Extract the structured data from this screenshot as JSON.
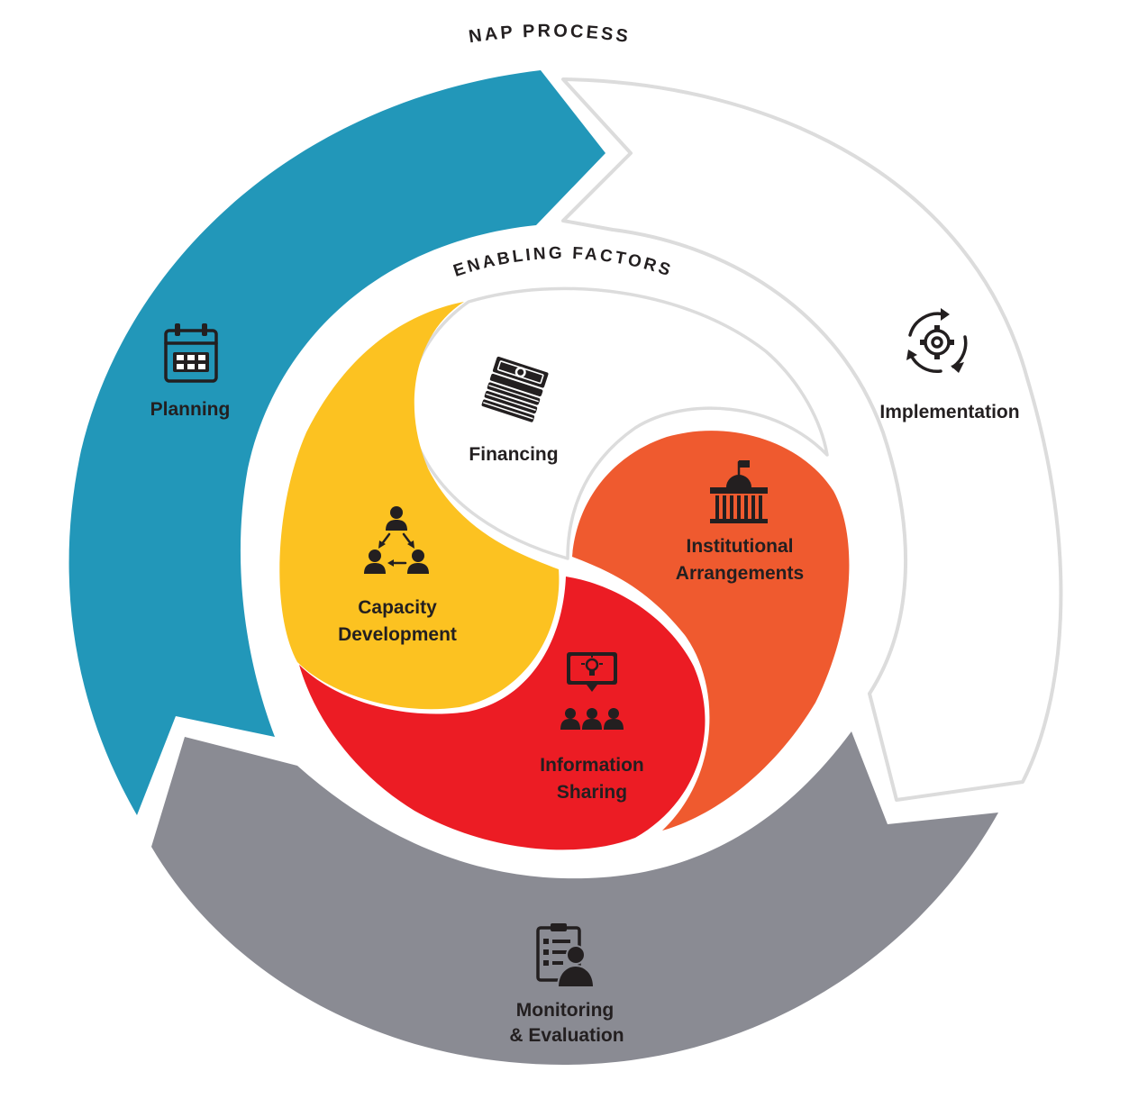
{
  "diagram": {
    "outer_title": "NAP PROCESS",
    "inner_title": "ENABLING FACTORS",
    "process_stages": [
      {
        "label": "Planning",
        "icon": "calendar-icon",
        "color": "#2297b9"
      },
      {
        "label": "Implementation",
        "icon": "gear-cycle-icon",
        "color": "#ffffff"
      },
      {
        "label_line1": "Monitoring",
        "label_line2": "& Evaluation",
        "icon": "evaluation-clipboard-icon",
        "color": "#8a8b93"
      }
    ],
    "enabling_factors": [
      {
        "label": "Financing",
        "icon": "money-stack-icon",
        "color": "#ffffff"
      },
      {
        "label_line1": "Institutional",
        "label_line2": "Arrangements",
        "icon": "government-building-icon",
        "color": "#ef5a2f"
      },
      {
        "label_line1": "Information",
        "label_line2": "Sharing",
        "icon": "presentation-idea-icon",
        "color": "#ec1c24"
      },
      {
        "label_line1": "Capacity",
        "label_line2": "Development",
        "icon": "team-network-icon",
        "color": "#fcc221"
      }
    ],
    "outline_color": "#dcdcdc"
  }
}
